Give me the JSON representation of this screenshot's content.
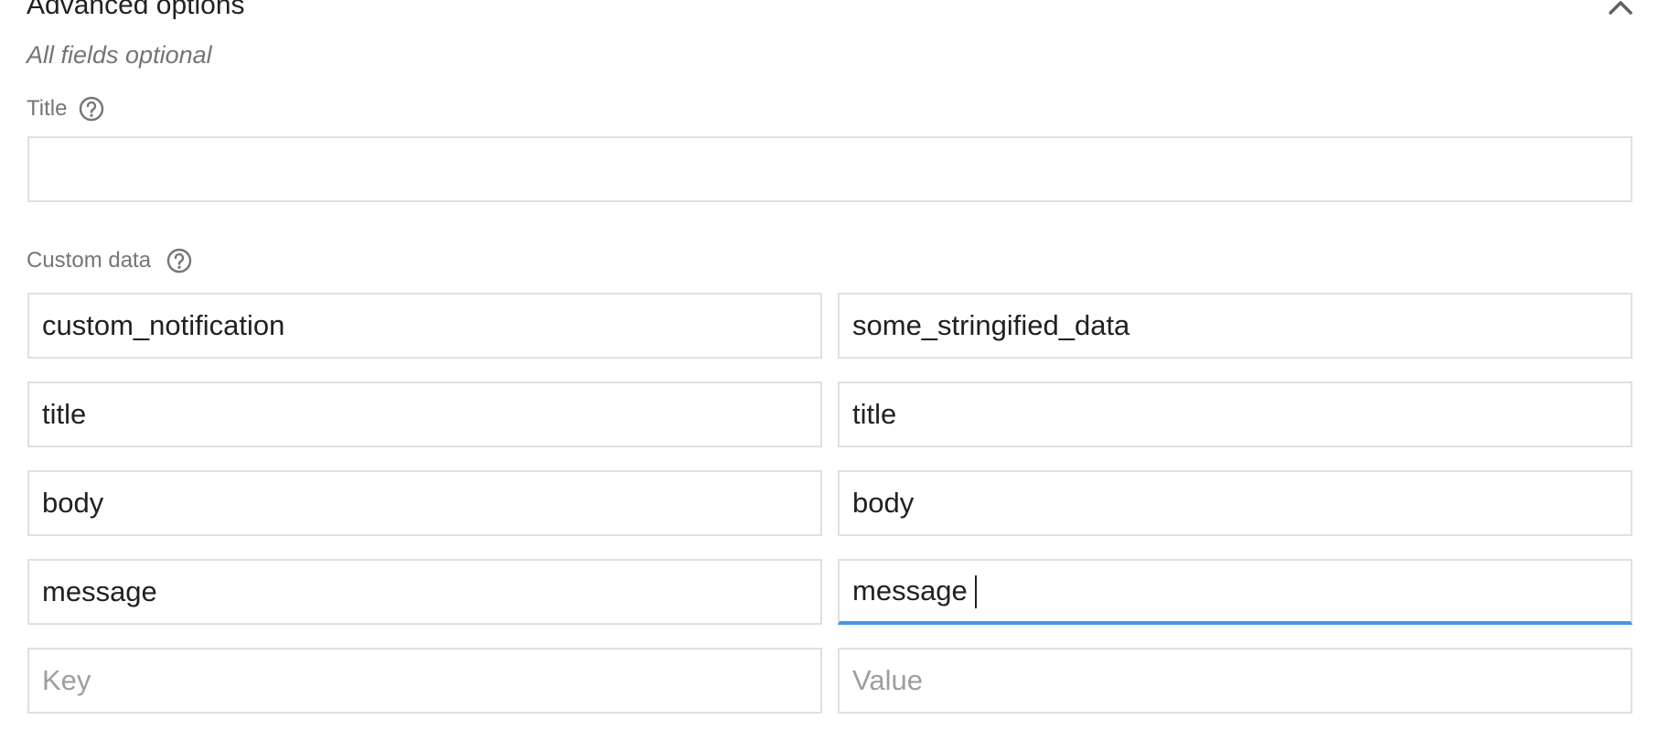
{
  "section": {
    "title": "Advanced options",
    "subtitle": "All fields optional",
    "collapse_icon": "chevron-up-icon"
  },
  "title_field": {
    "label": "Title",
    "help_icon": "help-circle-icon",
    "value": "",
    "placeholder": ""
  },
  "custom_data": {
    "label": "Custom data",
    "help_icon": "help-circle-icon",
    "key_placeholder": "Key",
    "value_placeholder": "Value",
    "rows": [
      {
        "key": "custom_notification",
        "value": "some_stringified_data"
      },
      {
        "key": "title",
        "value": "title"
      },
      {
        "key": "body",
        "value": "body"
      },
      {
        "key": "message",
        "value": "message"
      }
    ]
  },
  "colors": {
    "focus_accent": "#4597dd",
    "border": "#e0e0e0",
    "label_text": "#757575",
    "input_text": "#212121",
    "placeholder_text": "#9e9e9e"
  }
}
